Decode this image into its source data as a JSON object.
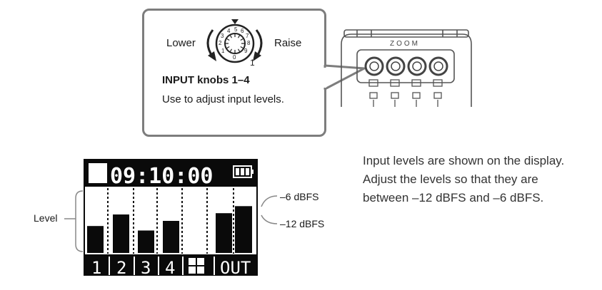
{
  "callout": {
    "lower": "Lower",
    "raise": "Raise",
    "title": "INPUT knobs 1–4",
    "description": "Use to adjust input levels.",
    "knob_scale_end": "1"
  },
  "device": {
    "brand": "ZOOM",
    "knob_count": 4
  },
  "display": {
    "time": "09:10:00",
    "channels": [
      "1",
      "2",
      "3",
      "4"
    ],
    "out_label": "OUT",
    "level_fractions": [
      0.42,
      0.6,
      0.35,
      0.5,
      0.62,
      0.73
    ]
  },
  "labels": {
    "level": "Level",
    "db_high": "–6 dBFS",
    "db_low": "–12 dBFS"
  },
  "explanation": [
    "Input levels are shown on the display.",
    "Adjust the levels so that they are",
    "between –12 dBFS and –6 dBFS."
  ]
}
